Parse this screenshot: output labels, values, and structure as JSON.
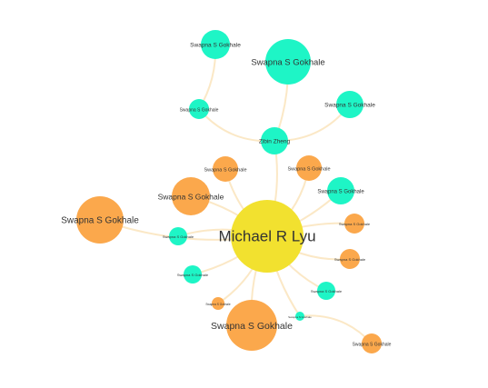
{
  "graph": {
    "colors": {
      "center": "#f2e12f",
      "teal": "#1ef5c6",
      "orange": "#fba84c",
      "edge": "#fbe8c6"
    },
    "center": {
      "label": "Michael R Lyu"
    },
    "nodes": [
      {
        "label": "Swapna S Gokhale",
        "color": "teal"
      },
      {
        "label": "Swapna S Gokhale",
        "color": "teal"
      },
      {
        "label": "Swapna S Gokhale",
        "color": "teal"
      },
      {
        "label": "Swapna S Gokhale",
        "color": "teal"
      },
      {
        "label": "Zibin Zheng",
        "color": "teal"
      },
      {
        "label": "Swapna S Gokhale",
        "color": "orange"
      },
      {
        "label": "Swapna S Gokhale",
        "color": "orange"
      },
      {
        "label": "Swapna S Gokhale",
        "color": "teal"
      },
      {
        "label": "Swapna S Gokhale",
        "color": "orange"
      },
      {
        "label": "Swapna S Gokhale",
        "color": "orange"
      },
      {
        "label": "Swapna S Gokhale",
        "color": "teal"
      },
      {
        "label": "Swapna S Gokhale",
        "color": "orange"
      },
      {
        "label": "Swapna S Gokhale",
        "color": "orange"
      },
      {
        "label": "Swapna S Gokhale",
        "color": "teal"
      },
      {
        "label": "Swapna S Gokhale",
        "color": "teal"
      },
      {
        "label": "Swapna S Gokhale",
        "color": "orange"
      },
      {
        "label": "Swapna S Gokhale",
        "color": "orange"
      },
      {
        "label": "Swapna S Gokhale",
        "color": "teal"
      },
      {
        "label": "Swapna S Gokhale",
        "color": "orange"
      }
    ]
  }
}
